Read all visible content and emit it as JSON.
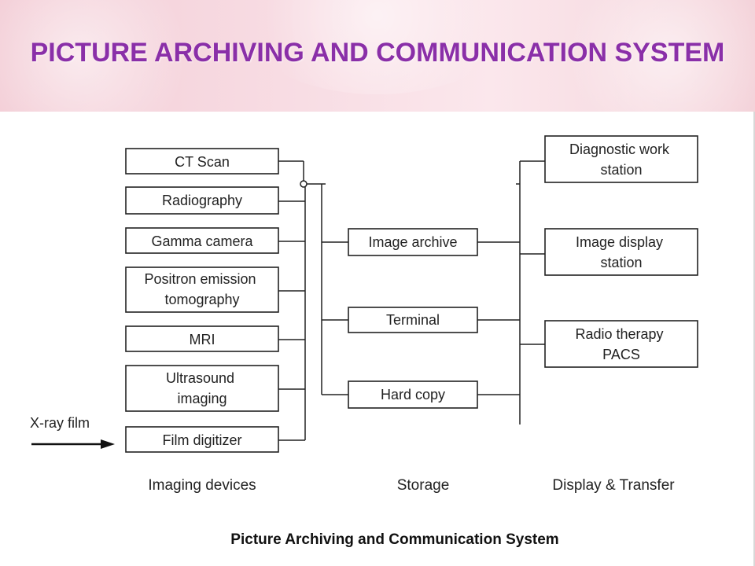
{
  "title": "PICTURE ARCHIVING AND COMMUNICATION SYSTEM",
  "imaging_devices": [
    {
      "lines": [
        "CT Scan"
      ]
    },
    {
      "lines": [
        "Radiography"
      ]
    },
    {
      "lines": [
        "Gamma camera"
      ]
    },
    {
      "lines": [
        "Positron emission",
        "tomography"
      ]
    },
    {
      "lines": [
        "MRI"
      ]
    },
    {
      "lines": [
        "Ultrasound",
        "imaging"
      ]
    },
    {
      "lines": [
        "Film digitizer"
      ]
    }
  ],
  "storage": [
    {
      "lines": [
        "Image archive"
      ]
    },
    {
      "lines": [
        "Terminal"
      ]
    },
    {
      "lines": [
        "Hard copy"
      ]
    }
  ],
  "display": [
    {
      "lines": [
        "Diagnostic work",
        "station"
      ]
    },
    {
      "lines": [
        "Image display",
        "station"
      ]
    },
    {
      "lines": [
        "Radio therapy",
        "PACS"
      ]
    }
  ],
  "input_label": "X-ray film",
  "column_labels": {
    "imaging": "Imaging devices",
    "storage": "Storage",
    "display": "Display & Transfer"
  },
  "caption": "Picture Archiving and Communication System"
}
